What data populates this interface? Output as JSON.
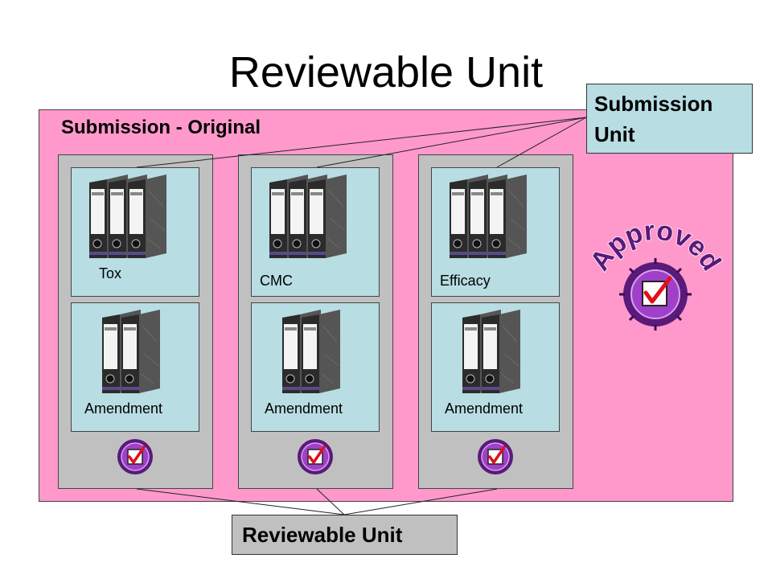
{
  "title": "Reviewable Unit",
  "submission": {
    "label": "Submission - Original"
  },
  "submission_unit": {
    "label": "Submission Unit"
  },
  "reviewable_unit": {
    "label": "Reviewable Unit"
  },
  "stamp": {
    "text": "Approved",
    "color": "#5a1a7a"
  },
  "columns": [
    {
      "top_label": "Tox",
      "bottom_label": "Amendment"
    },
    {
      "top_label": "CMC",
      "bottom_label": "Amendment"
    },
    {
      "top_label": "Efficacy",
      "bottom_label": "Amendment"
    }
  ],
  "colors": {
    "background_box": "#ff99cc",
    "card": "#b8dde3",
    "column": "#c0c0c0",
    "check_circle": "#8a2fa8"
  }
}
